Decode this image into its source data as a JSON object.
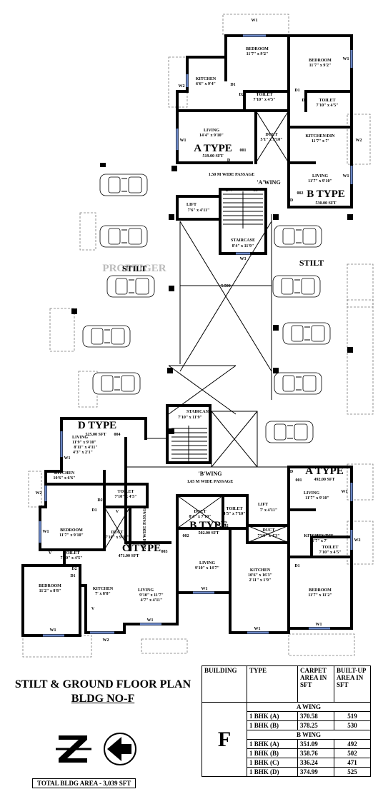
{
  "plan": {
    "a_wing_label": "'A'WING",
    "b_wing_label": "'B'WING",
    "passage_a": "1.50 M WIDE PASSAGE",
    "passage_b": "1.65 M WIDE PASSAGE",
    "passage_vertical": "1.50 M WIDE PASSAGE",
    "stilt_left": "STILT",
    "stilt_right": "STILT",
    "dimension": "5.500",
    "watermark": "PROPTIGER",
    "dn": "DN",
    "up": "UP",
    "staircase_a": {
      "name": "STAIRCASE",
      "size": "8'4\" x 11'9\""
    },
    "staircase_b": {
      "name": "STAIRCASE",
      "size": "7'10\" x 11'9\""
    },
    "lift_a": {
      "name": "LIFT",
      "size": "7'6\" x 4'11\""
    },
    "lift_b": {
      "name": "LIFT",
      "size": "7' x 4'11\""
    },
    "units": {
      "a_type_top": {
        "name": "A TYPE",
        "area": "519.00 SFT",
        "tag": "001"
      },
      "b_type_top": {
        "name": "B TYPE",
        "area": "530.00 SFT",
        "tag": "002"
      },
      "d_type": {
        "name": "D TYPE",
        "area": "525.00 SFT",
        "tag": "004"
      },
      "a_type_bottom": {
        "name": "A TYPE",
        "area": "492.00 SFT",
        "tag": "001"
      },
      "b_type_bottom": {
        "name": "B TYPE",
        "area": "502.00 SFT",
        "tag": "002"
      },
      "c_type": {
        "name": "C TYPE",
        "area": "471.00 SFT",
        "tag": "003"
      }
    },
    "rooms": {
      "bed_a1": {
        "name": "BEDROOM",
        "size": "11'7\" x 9'2\""
      },
      "bed_b1": {
        "name": "BEDROOM",
        "size": "11'7\" x 9'2\""
      },
      "kit_a1": {
        "name": "KITCHEN",
        "size": "6'6\" x 9'4\""
      },
      "toi_a1": {
        "name": "TOILET",
        "size": "7'10\" x 4'5\""
      },
      "toi_b1": {
        "name": "TOILET",
        "size": "7'10\" x 4'5\""
      },
      "liv_a1": {
        "name": "LIVING",
        "size": "14'4\" x 9'10\""
      },
      "duct_a1": {
        "name": "DUCT",
        "size": "5'1\" x 9'10\""
      },
      "kd_b1": {
        "name": "KITCHEN/DIN",
        "size": "11'7\" x 7'"
      },
      "liv_b1": {
        "name": "LIVING",
        "size": "11'7\" x 9'10\""
      },
      "liv_d": {
        "name": "LIVING",
        "size1": "11'9\" x 9'10\"",
        "size2": "8'11\" x 4'11\"",
        "size3": "4'3\" x 2'1\""
      },
      "kit_d": {
        "name": "KITCHEN",
        "size": "10'6\" x 6'6\""
      },
      "toi_d": {
        "name": "TOILET",
        "size": "7'10\" x 4'5\""
      },
      "bed_d": {
        "name": "BEDROOM",
        "size": "11'7\" x 9'10\""
      },
      "duct_d": {
        "name": "DUCT",
        "size": "7'10\" x 9'10\""
      },
      "toi_c": {
        "name": "TOILET",
        "size": "7'10\" x 4'5\""
      },
      "bed_c": {
        "name": "BEDROOM",
        "size": "11'2\" x 8'8\""
      },
      "kit_c": {
        "name": "KITCHEN",
        "size": "7' x 8'8\""
      },
      "liv_c": {
        "name": "LIVING",
        "size1": "9'10\" x 11'7\"",
        "size2": "4'7\" x 4'11\""
      },
      "duct_b2": {
        "name": "DUCT",
        "size": "8'4\" x 7'10\""
      },
      "toi_b2": {
        "name": "TOILET",
        "size": "4'5\" x 7'10\""
      },
      "liv_b2": {
        "name": "LIVING",
        "size": "9'10\" x 14'7\""
      },
      "duct_b2b": {
        "name": "DUCT",
        "size": "7'10\" x 4'3\""
      },
      "kit_b2": {
        "name": "KITCHEN",
        "size1": "10'6\" x 16'3\"",
        "size2": "2'11\" x 1'9\""
      },
      "liv_a2": {
        "name": "LIVING",
        "size": "11'7\" x 9'10\""
      },
      "kd_a2": {
        "name": "KITCHEN/DIN",
        "size": "11'7\" x 7'"
      },
      "toi_a2": {
        "name": "TOILET",
        "size": "7'10\" x 4'5\""
      },
      "bed_a2": {
        "name": "BEDROOM",
        "size": "11'7\" x 11'2\""
      }
    },
    "tags": {
      "w1": "W1",
      "w2": "W2",
      "w3": "W3",
      "d": "D",
      "d1": "D1",
      "d2": "D2",
      "v": "V"
    }
  },
  "title": {
    "main": "STILT & GROUND FLOOR PLAN",
    "bldg": "BLDG NO-F",
    "total_area": "TOTAL BLDG AREA  - 3,039 SFT"
  },
  "table": {
    "headers": [
      "BUILDING",
      "TYPE",
      "CARPET AREA IN SFT",
      "BUILT-UP AREA IN SFT"
    ],
    "building": "F",
    "a_wing": "A WING",
    "b_wing": "B WING",
    "a_rows": [
      {
        "type": "1 BHK (A)",
        "carpet": "370.58",
        "builtup": "519"
      },
      {
        "type": "1 BHK (B)",
        "carpet": "378.25",
        "builtup": "530"
      }
    ],
    "b_rows": [
      {
        "type": "1 BHK (A)",
        "carpet": "351.09",
        "builtup": "492"
      },
      {
        "type": "1 BHK (B)",
        "carpet": "358.76",
        "builtup": "502"
      },
      {
        "type": "1 BHK (C)",
        "carpet": "336.24",
        "builtup": "471"
      },
      {
        "type": "1 BHK (D)",
        "carpet": "374.99",
        "builtup": "525"
      }
    ]
  },
  "colors": {
    "window": "#6a86c4",
    "wall": "#000000"
  },
  "icons": [
    "north-arrow-icon",
    "z-symbol-icon"
  ]
}
